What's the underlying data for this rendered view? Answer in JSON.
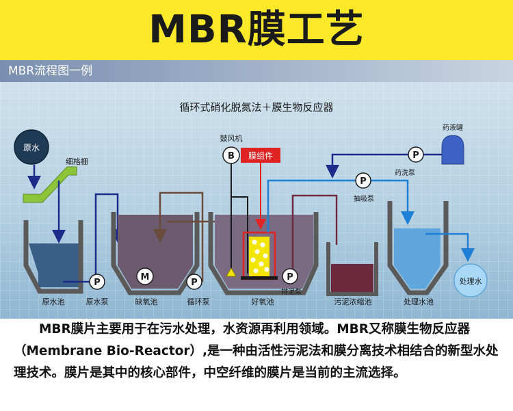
{
  "banner": {
    "title": "MBR膜工艺"
  },
  "section": {
    "title": "MBR流程图一例"
  },
  "diagram": {
    "title": "循环式硝化脱氮法＋膜生物反应器",
    "labels": {
      "raw_water": "原水",
      "screen": "细格栅",
      "blower": "鼓风机",
      "membrane_module": "膜组件",
      "chemical_tank": "药液罐",
      "wash_pump": "药洗泵",
      "suction_pump": "抽吸泵",
      "treated_water": "处理水",
      "raw_water_tank": "原水池",
      "raw_water_pump": "原水泵",
      "anoxic_tank": "缺氧池",
      "circulation_pump": "循环泵",
      "aerobic_tank": "好氧池",
      "sludge_pump": "排泥泵",
      "sludge_thickener": "污泥浓缩池",
      "treated_tank": "处理水池",
      "pump_symbol": "P",
      "blower_symbol": "B",
      "mixer_symbol": "M"
    },
    "colors": {
      "raw_water_fill": "#3a5f86",
      "anoxic_fill": "#6c5a6e",
      "aerobic_fill": "#7a6a82",
      "sludge_fill": "#6d2a3f",
      "treated_fill": "#5fa6dc",
      "pipe_navy": "#1c2a8a",
      "pipe_blue": "#1e7fd6",
      "pipe_brown": "#6b4b3a",
      "module_red": "#e02424",
      "screen_green": "#8cc43a",
      "aeration_yellow": "#f2e600"
    }
  },
  "description": {
    "text": "MBR膜片主要用于在污水处理，水资源再利用领域。MBR又称膜生物反应器（Membrane Bio-Reactor）,是一种由活性污泥法和膜分离技术相结合的新型水处理技术。膜片是其中的核心部件，中空纤维的膜片是当前的主流选择。"
  }
}
